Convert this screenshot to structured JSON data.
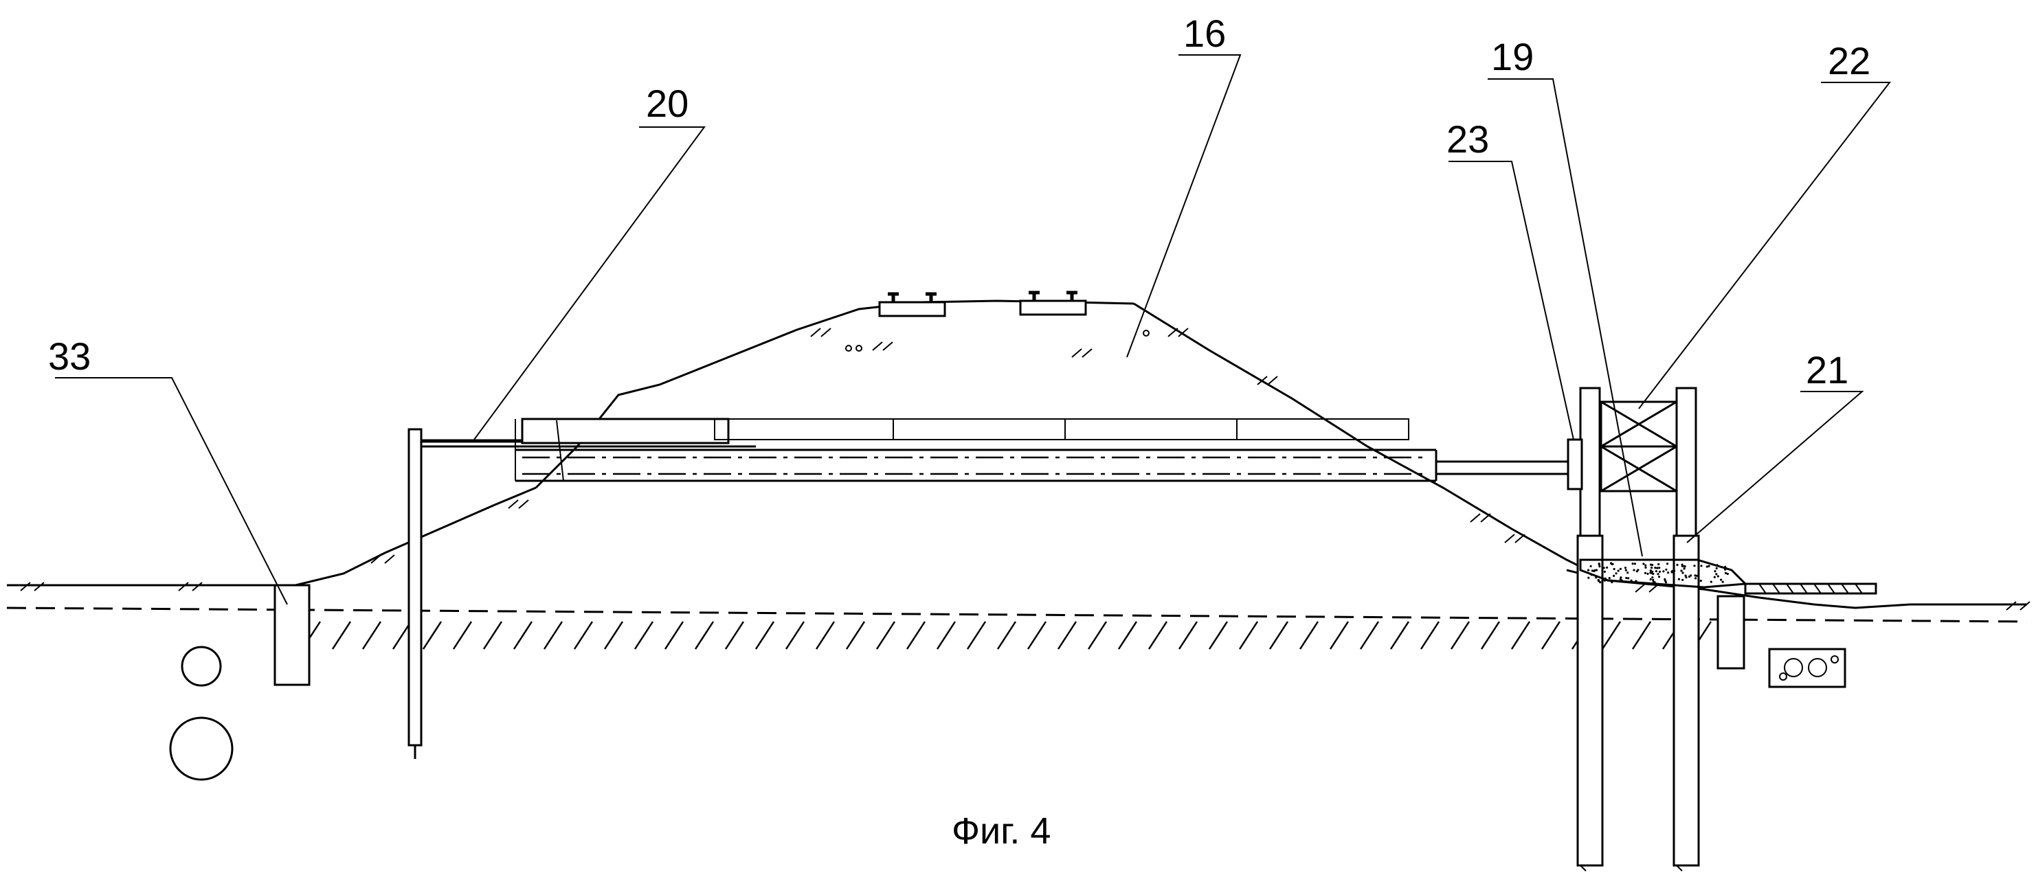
{
  "figure": {
    "caption": "Фиг. 4"
  },
  "labels": [
    {
      "id": "33",
      "text": "33"
    },
    {
      "id": "20",
      "text": "20"
    },
    {
      "id": "16",
      "text": "16"
    },
    {
      "id": "23",
      "text": "23"
    },
    {
      "id": "19",
      "text": "19"
    },
    {
      "id": "22",
      "text": "22"
    },
    {
      "id": "21",
      "text": "21"
    }
  ]
}
